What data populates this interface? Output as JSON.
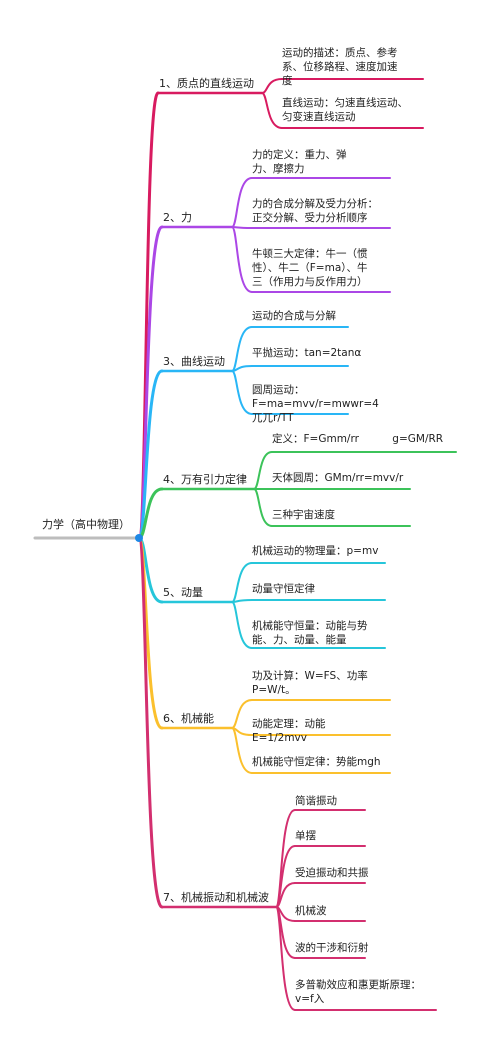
{
  "root": {
    "label": "力学（高中物理）",
    "color": "#bdbdbd",
    "dot": "#1e88e5"
  },
  "branches": [
    {
      "label": "1、质点的直线运动",
      "color": "#d81b60",
      "children": [
        "运动的描述：质点、参考系、位移路程、速度加速度",
        "直线运动：匀速直线运动、匀变速直线运动"
      ]
    },
    {
      "label": "2、力",
      "color": "#ab47e6",
      "children": [
        "力的定义：重力、弹力、摩擦力",
        "力的合成分解及受力分析：正交分解、受力分析顺序",
        "牛顿三大定律：牛一（惯性）、牛二（F=ma）、牛三（作用力与反作用力）"
      ]
    },
    {
      "label": "3、曲线运动",
      "color": "#29b6f6",
      "children": [
        "运动的合成与分解",
        "平抛运动：tan=2tanα",
        "圆周运动：F=ma=mvv/r=mwwr=4兀兀r/TT"
      ]
    },
    {
      "label": "4、万有引力定律",
      "color": "#3cc35a",
      "children": [
        "定义：F=Gmm/rr          g=GM/RR",
        "天体圆周：GMm/rr=mvv/r",
        "三种宇宙速度"
      ]
    },
    {
      "label": "5、动量",
      "color": "#26c6da",
      "children": [
        "机械运动的物理量：p=mv",
        "动量守恒定律",
        "机械能守恒量：动能与势能、力、动量、能量"
      ]
    },
    {
      "label": "6、机械能",
      "color": "#fbc02d",
      "children": [
        "功及计算：W=FS、功率P=W/t。",
        "动能定理：动能E=1/2mvv",
        "机械能守恒定律：势能mgh"
      ]
    },
    {
      "label": "7、机械振动和机械波",
      "color": "#d32f6f",
      "children": [
        "简谐振动",
        "单摆",
        "受迫振动和共振",
        "机械波",
        "波的干涉和衍射",
        "多普勒效应和惠更斯原理：v=f入"
      ]
    }
  ]
}
